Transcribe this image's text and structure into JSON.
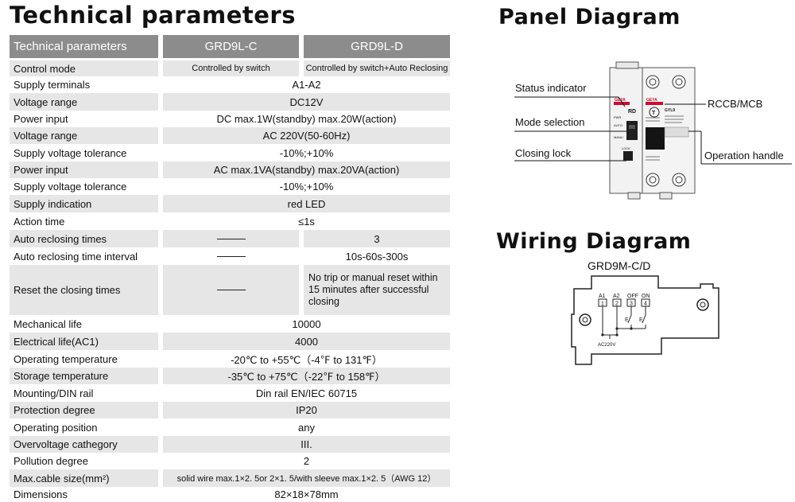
{
  "left": {
    "title": "Technical parameters",
    "header": {
      "label": "Technical parameters",
      "col1": "GRD9L-C",
      "col2": "GRD9L-D"
    },
    "rows": [
      {
        "label": "Control mode",
        "c1": "Controlled by switch",
        "c2": "Controlled by switch+Auto Reclosing"
      },
      {
        "label": "Supply terminals",
        "value": "A1-A2"
      },
      {
        "label": "Voltage range",
        "value": "DC12V"
      },
      {
        "label": "Power input",
        "value": "DC max.1W(standby)  max.20W(action)"
      },
      {
        "label": "Voltage range",
        "value": "AC 220V(50-60Hz)"
      },
      {
        "label": "Supply voltage tolerance",
        "value": "-10%;+10%"
      },
      {
        "label": "Power input",
        "value": "AC max.1VA(standby) max.20VA(action)"
      },
      {
        "label": "Supply voltage tolerance",
        "value": "-10%;+10%"
      },
      {
        "label": "Supply indication",
        "value": "red LED"
      },
      {
        "label": "Action time",
        "value": "≤1s"
      },
      {
        "label": "Auto reclosing times",
        "c2": "3"
      },
      {
        "label": "Auto reclosing time interval",
        "c2": "10s-60s-300s"
      },
      {
        "label": "Reset the closing times",
        "c2": "No trip or manual reset within 15 minutes after successful closing"
      },
      {
        "label": "Mechanical life",
        "value": "10000"
      },
      {
        "label": "Electrical life(AC1)",
        "value": "4000"
      },
      {
        "label": "Operating temperature",
        "value": "-20℃ to +55℃（-4℉ to 131℉）"
      },
      {
        "label": "Storage temperature",
        "value": "-35℃ to +75℃（-22℉ to 158℉）"
      },
      {
        "label": "Mounting/DIN rail",
        "value": "Din rail EN/IEC 60715"
      },
      {
        "label": "Protection degree",
        "value": "IP20"
      },
      {
        "label": "Operating position",
        "value": "any"
      },
      {
        "label": "Overvoltage cathegory",
        "value": "III."
      },
      {
        "label": "Pollution degree",
        "value": "2"
      },
      {
        "label": "Max.cable size(mm²)",
        "value": "solid wire max.1×2. 5or 2×1. 5/with sleeve max.1×2. 5（AWG 12）"
      },
      {
        "label": "Dimensions",
        "value": "82×18×78mm"
      }
    ]
  },
  "panel": {
    "title": "Panel Diagram",
    "labels": {
      "status": "Status indicator",
      "mode": "Mode selection",
      "lock": "Closing lock",
      "rccb": "RCCB/MCB",
      "handle": "Operation handle"
    },
    "device_text": {
      "brand_left": "GEYA",
      "brand_right": "GEYA",
      "model": "GYL9",
      "rd": "RD",
      "pwr": "PWR",
      "auto": "AUTO",
      "manu": "MANU",
      "lock": "LOCK",
      "t": "T"
    }
  },
  "wiring": {
    "title": "Wiring Diagram",
    "model": "GRD9M-C/D",
    "terminals": [
      {
        "name": "A1",
        "num": "1"
      },
      {
        "name": "A2",
        "num": "2"
      },
      {
        "name": "OFF",
        "num": "3"
      },
      {
        "name": "ON",
        "num": "4"
      }
    ],
    "supply": "AC220V"
  }
}
